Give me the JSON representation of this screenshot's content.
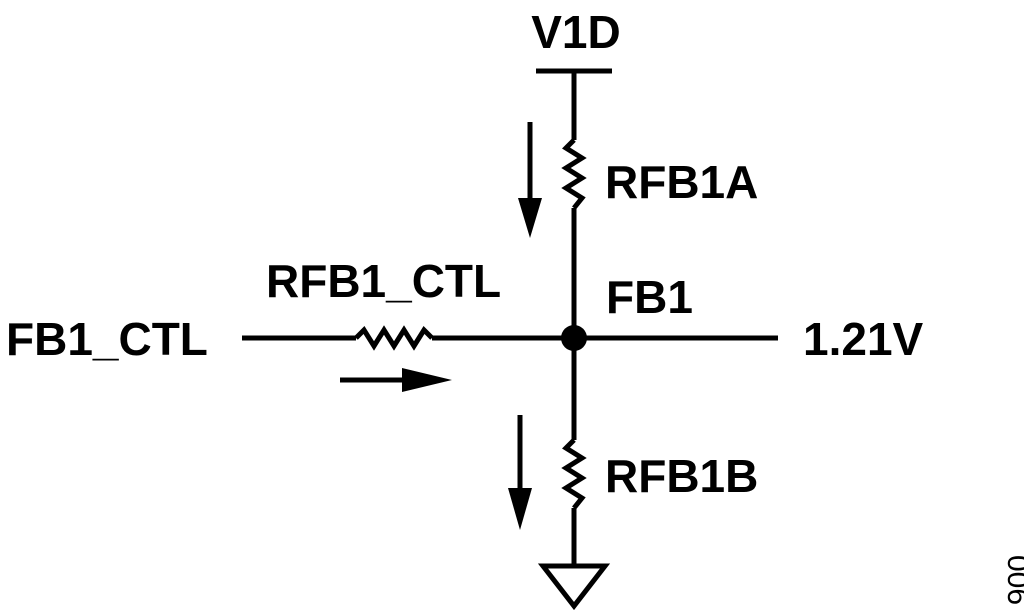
{
  "labels": {
    "supply": "V1D",
    "r_top": "RFB1A",
    "r_ctl": "RFB1_CTL",
    "node": "FB1",
    "input": "FB1_CTL",
    "voltage": "1.21V",
    "r_bottom": "RFB1B",
    "figure_number": "006"
  }
}
